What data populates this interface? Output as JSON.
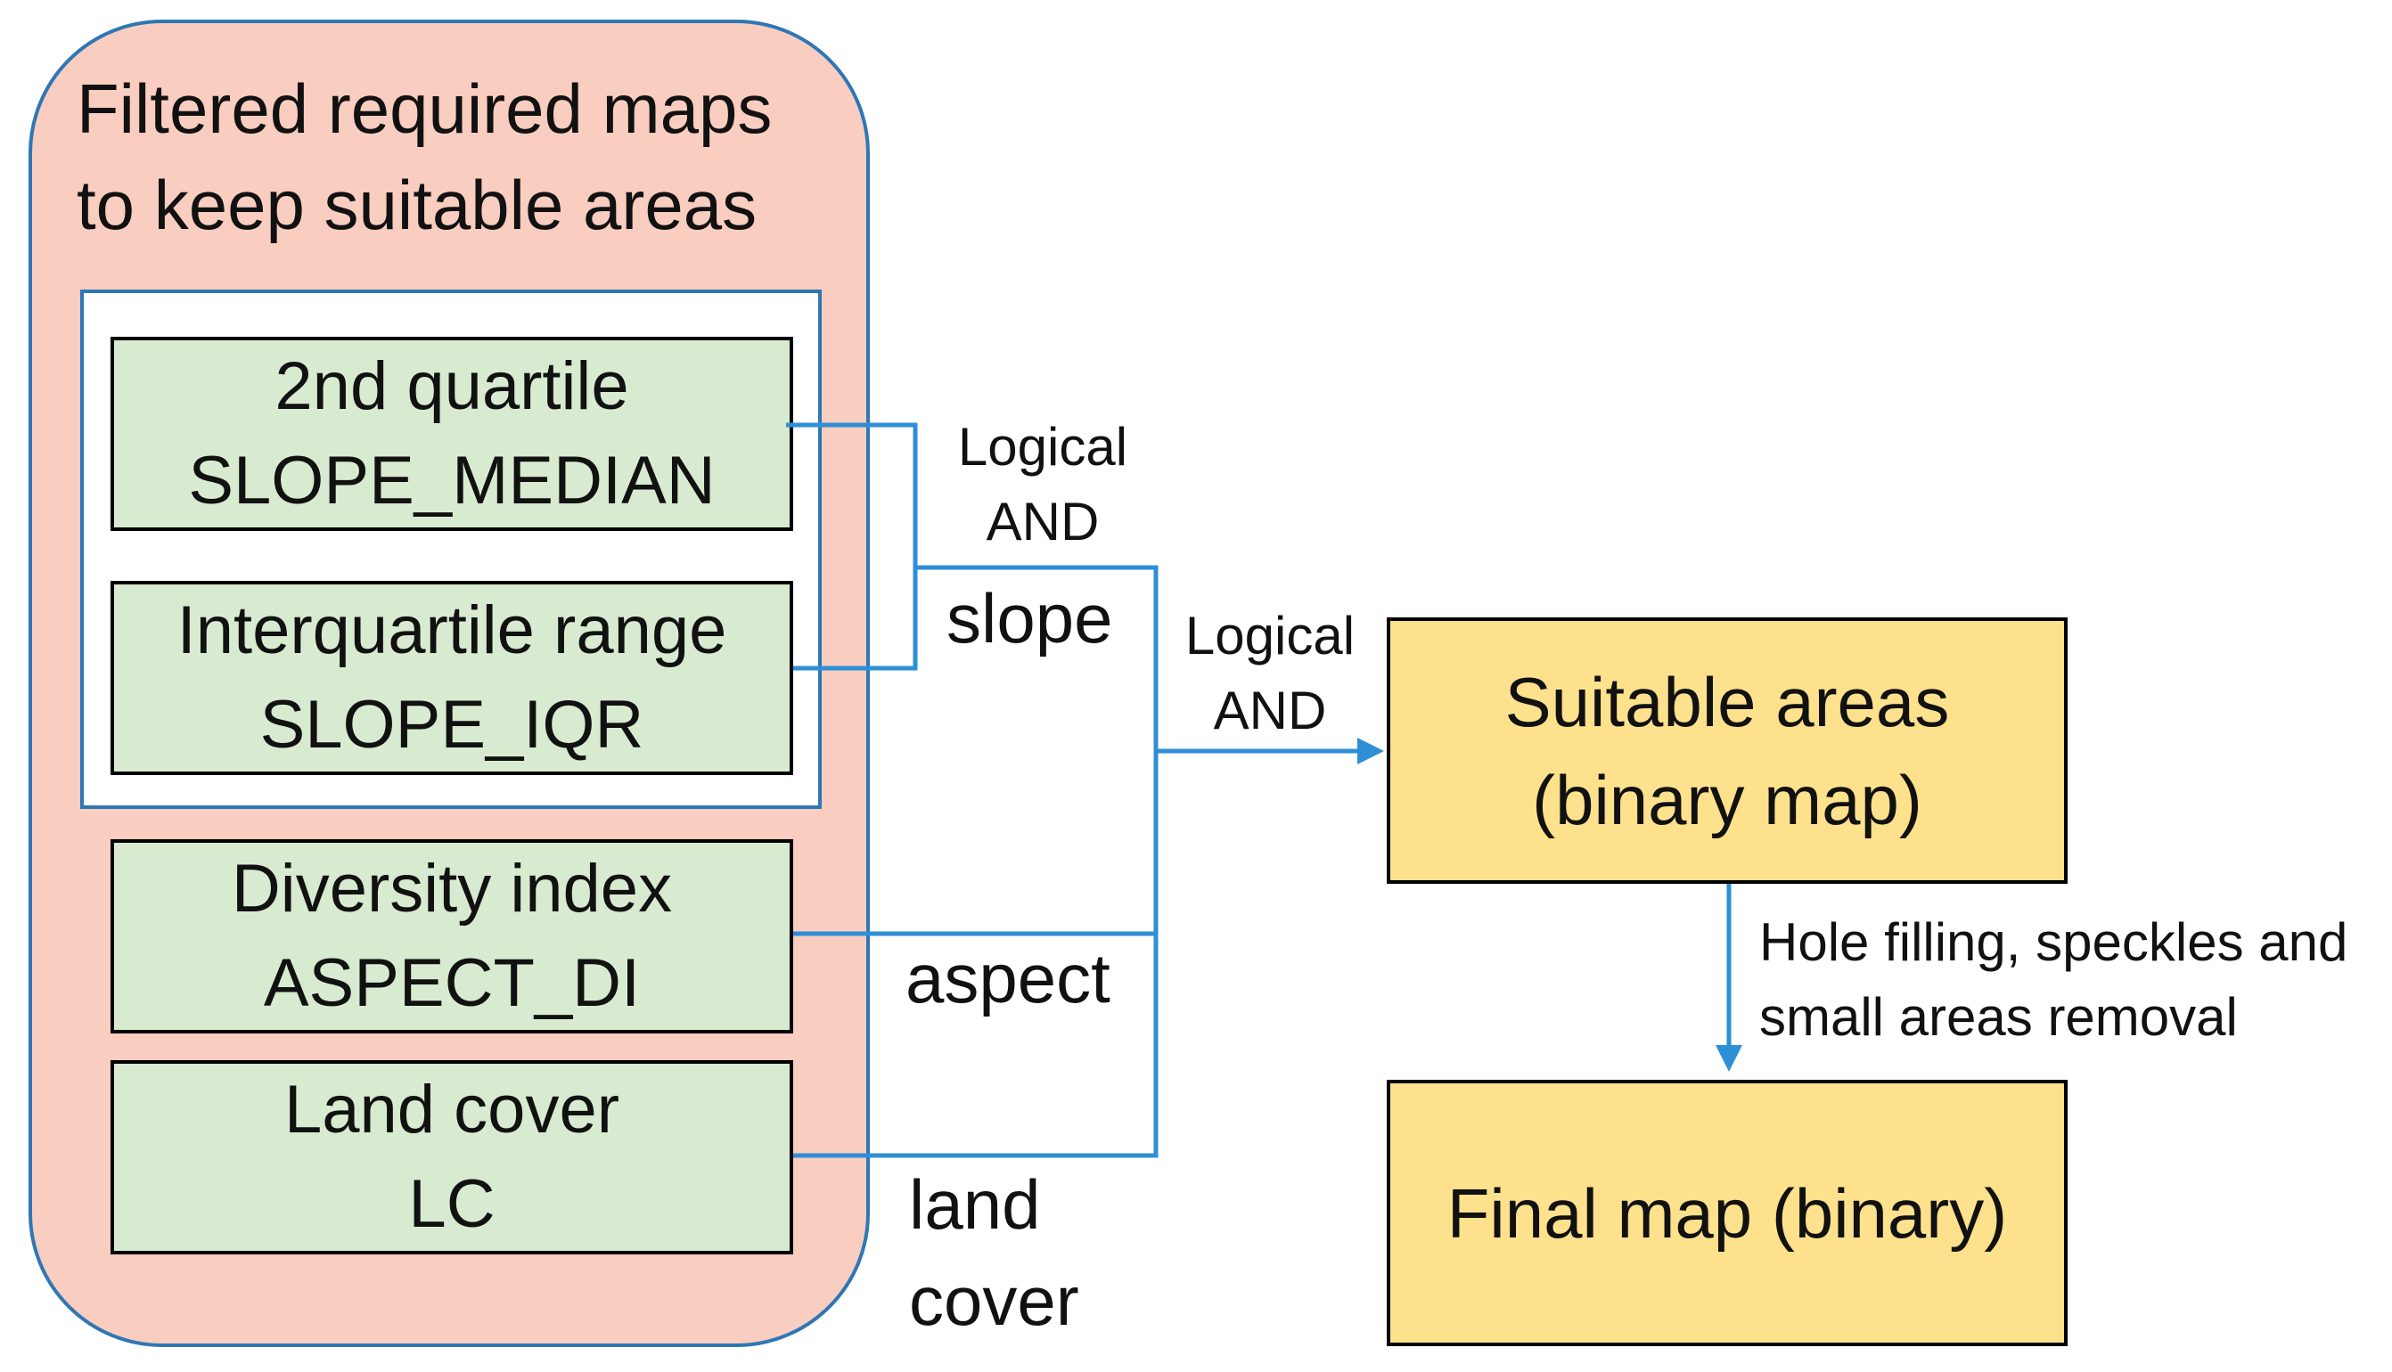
{
  "outer_group": {
    "title_line1": "Filtered required maps",
    "title_line2": "to keep suitable areas"
  },
  "maps": {
    "slope_median": {
      "line1": "2nd quartile",
      "line2": "SLOPE_MEDIAN"
    },
    "slope_iqr": {
      "line1": "Interquartile range",
      "line2": "SLOPE_IQR"
    },
    "aspect_di": {
      "line1": "Diversity index",
      "line2": "ASPECT_DI"
    },
    "land_cover": {
      "line1": "Land cover",
      "line2": "LC"
    }
  },
  "operators": {
    "and_slope": {
      "line1": "Logical",
      "line2": "AND"
    },
    "and_all": {
      "line1": "Logical",
      "line2": "AND"
    }
  },
  "branch_labels": {
    "slope": "slope",
    "aspect": "aspect",
    "land_cover_line1": "land",
    "land_cover_line2": "cover"
  },
  "outputs": {
    "suitable": {
      "line1": "Suitable areas",
      "line2": "(binary map)"
    },
    "final": {
      "line1": "Final map (binary)"
    }
  },
  "postprocess_note": {
    "line1": "Hole filling, speckles and",
    "line2": "small areas removal"
  },
  "colors": {
    "outer_fill": "#f9cdbf",
    "map_box_fill": "#d8ebd1",
    "output_box_fill": "#fde18c",
    "connector": "#2e8fd6"
  }
}
